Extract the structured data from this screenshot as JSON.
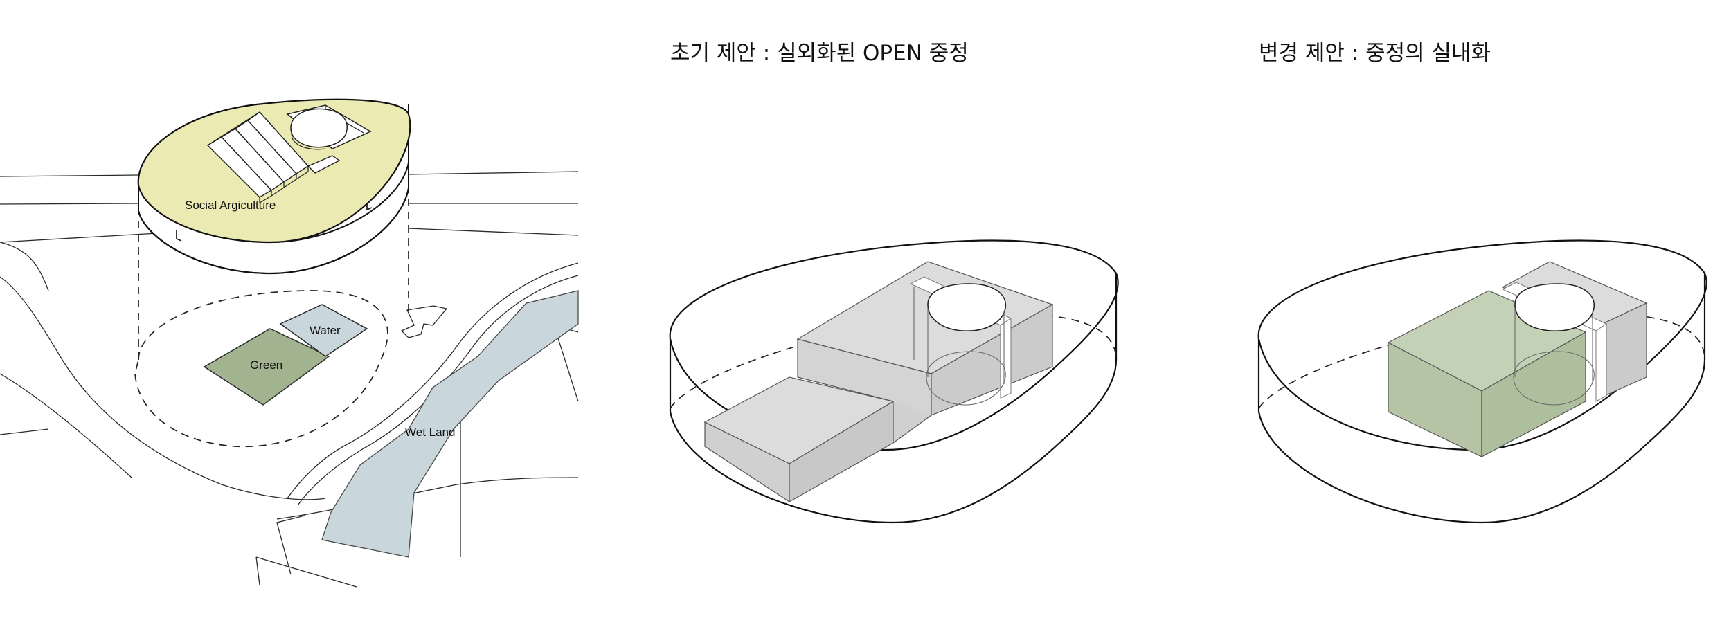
{
  "headings": {
    "initial": "초기 제안 : 실외화된 OPEN 중정",
    "revised": "변경 제안 : 중정의 실내화"
  },
  "site_labels": {
    "roof": "Social Argiculture",
    "water": "Water",
    "green": "Green",
    "wetland": "Wet Land"
  },
  "colors": {
    "roof_fill": "#ebeab3",
    "water_fill": "#c9d6db",
    "green_fill": "#a2b390",
    "green_volume": "#b9c9ac",
    "grey_volume": "#d6d6d6",
    "wetland_fill": "#c9d6db"
  }
}
